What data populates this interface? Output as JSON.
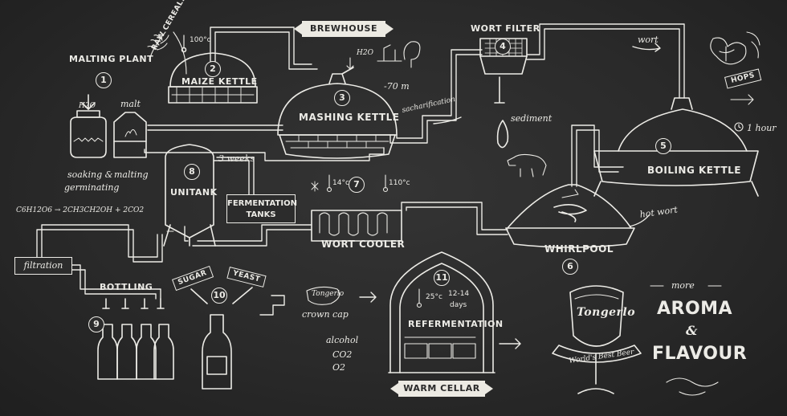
{
  "labels": {
    "malting_plant": "MALTING PLANT",
    "raw_cereals": "RAW CEREALS",
    "maize_kettle": "MAIZE KETTLE",
    "temp_100": "100°c",
    "brewhouse": "BREWHOUSE",
    "h2o": "H2O",
    "depth": "-70 m",
    "mashing_kettle": "MASHING KETTLE",
    "sacharification": "sacharification",
    "malt": "malt",
    "soaking": "soaking &",
    "germinating": "germinating",
    "malting": "malting",
    "wort_filter": "WORT FILTER",
    "sediment": "sediment",
    "wort": "wort",
    "hops": "HOPS",
    "one_hour": "1 hour",
    "boiling_kettle": "BOILING KETTLE",
    "hot_wort": "hot wort",
    "whirlpool": "WHIRLPOOL",
    "unitank": "UNITANK",
    "three_weeks": "3 weeks",
    "formula": "C6H12O6 → 2CH3CH2OH + 2CO2",
    "fermentation_tanks_1": "FERMENTATION",
    "fermentation_tanks_2": "TANKS",
    "temp_14": "14°c",
    "temp_110": "110°c",
    "wort_cooler": "WORT COOLER",
    "filtration": "filtration",
    "bottling": "BOTTLING",
    "sugar": "SUGAR",
    "yeast": "YEAST",
    "crown_cap": "crown cap",
    "brand": "Tongerlo",
    "temp_25": "25°c",
    "days_1": "12-14",
    "days_2": "days",
    "refermentation": "REFERMENTATION",
    "alcohol": "alcohol",
    "co2": "CO2",
    "o2": "O2",
    "warm_cellar": "WARM CELLAR",
    "worlds_best_beer": "World's Best Beer",
    "more": "more",
    "aroma": "AROMA",
    "ampersand": "&",
    "flavour": "FLAVOUR"
  },
  "steps": [
    "1",
    "2",
    "3",
    "4",
    "5",
    "6",
    "7",
    "8",
    "9",
    "10",
    "11"
  ],
  "colors": {
    "chalk": "#ecebe6",
    "board": "#2a2a2a"
  }
}
